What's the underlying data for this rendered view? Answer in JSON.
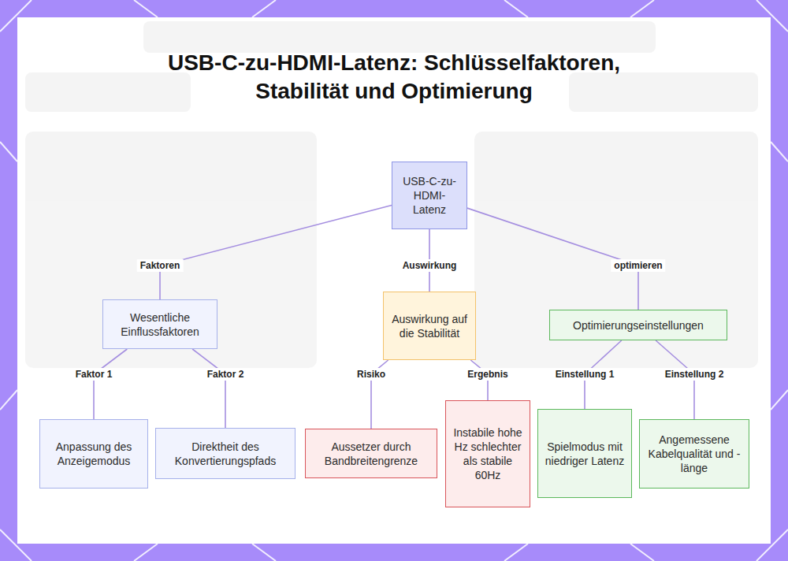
{
  "diagram": {
    "title": "USB-C-zu-HDMI-Latenz: Schlüsselfaktoren, Stabilität und Optimierung",
    "nodes": [
      {
        "text": [
          "USB-C-zu-HDMI-Latenz"
        ]
      },
      {
        "text": [
          "Wesentliche Einflussfaktoren"
        ]
      },
      {
        "text": [
          "Auswirkung auf die Stabilität"
        ]
      },
      {
        "text": [
          "Optimierungseinstellungen"
        ]
      },
      {
        "text": [
          "Anpassung des Anzeigemodus"
        ]
      },
      {
        "text": [
          "Direktheit des Konvertierungspfads"
        ]
      },
      {
        "text": [
          "Aussetzer durch Bandbreitengrenze"
        ]
      },
      {
        "text": [
          "Instabile hohe Hz schlechter als stabile 60Hz"
        ]
      },
      {
        "text": [
          "Spielmodus mit niedriger Latenz"
        ]
      },
      {
        "text": [
          "Angemessene Kabelqualität und -länge"
        ]
      }
    ],
    "edges": [
      {
        "from": 0,
        "to": 1,
        "label": "Faktoren",
        "arrow": "none"
      },
      {
        "from": 0,
        "to": 2,
        "label": "Auswirkung",
        "arrow": "none"
      },
      {
        "from": 0,
        "to": 3,
        "label": "optimieren",
        "arrow": "none"
      },
      {
        "from": 1,
        "to": 4,
        "label": "Faktor 1",
        "arrow": "none"
      },
      {
        "from": 1,
        "to": 5,
        "label": "Faktor 2",
        "arrow": "none"
      },
      {
        "from": 2,
        "to": 6,
        "label": "Risiko",
        "arrow": "none"
      },
      {
        "from": 2,
        "to": 7,
        "label": "Ergebnis",
        "arrow": "none"
      },
      {
        "from": 3,
        "to": 8,
        "label": "Einstellung 1",
        "arrow": "none"
      },
      {
        "from": 3,
        "to": 9,
        "label": "Einstellung 2",
        "arrow": "none"
      }
    ]
  }
}
